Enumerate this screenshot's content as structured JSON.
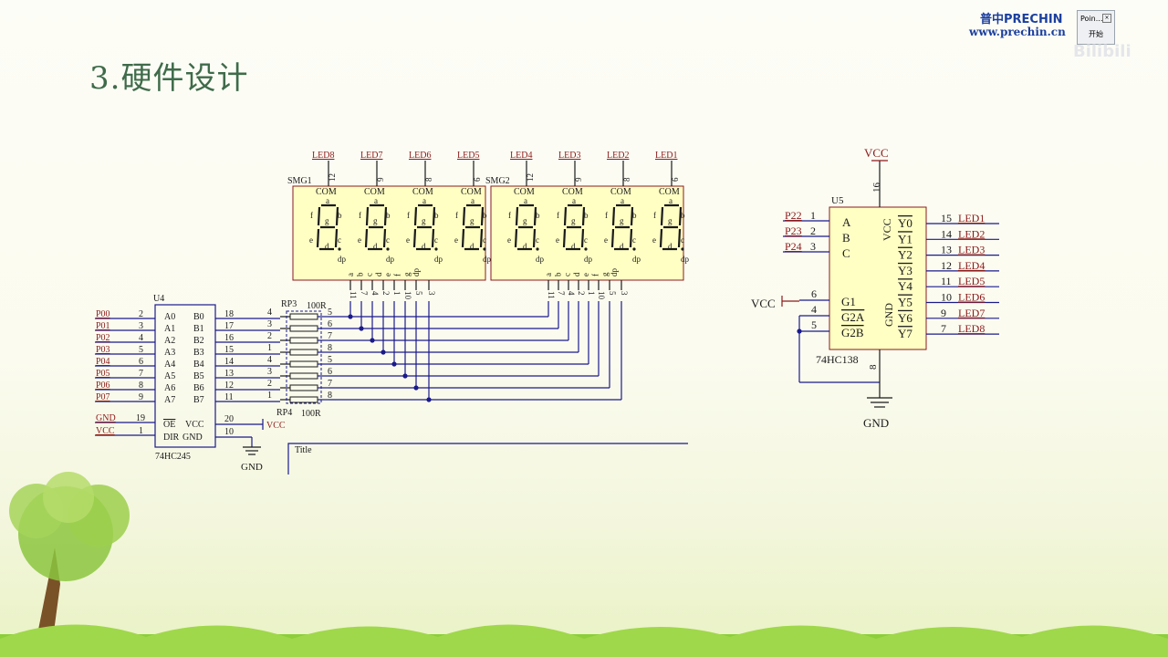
{
  "slide": {
    "title": "3.硬件设计"
  },
  "brand": {
    "name": "普中PRECHIN",
    "url": "www.prechin.cn"
  },
  "app_button": {
    "line1": "Poin...",
    "line2": "开始"
  },
  "watermark": "Bilibili",
  "schematic": {
    "display": {
      "smg1": "SMG1",
      "smg2": "SMG2",
      "digit_labels": [
        "LED8",
        "LED7",
        "LED6",
        "LED5",
        "LED4",
        "LED3",
        "LED2",
        "LED1"
      ],
      "digit_pins": [
        "12",
        "9",
        "8",
        "6",
        "12",
        "9",
        "8",
        "6"
      ],
      "com": "COM",
      "segments": [
        "a",
        "b",
        "c",
        "d",
        "e",
        "f",
        "g",
        "dp"
      ],
      "bottom_pins": [
        "11",
        "7",
        "4",
        "2",
        "1",
        "10",
        "5",
        "3"
      ]
    },
    "u4": {
      "ref": "U4",
      "part": "74HC245",
      "left_nets": [
        "P00",
        "P01",
        "P02",
        "P03",
        "P04",
        "P05",
        "P06",
        "P07"
      ],
      "left_pins": [
        "2",
        "3",
        "4",
        "5",
        "6",
        "7",
        "8",
        "9"
      ],
      "a_labels": [
        "A0",
        "A1",
        "A2",
        "A3",
        "A4",
        "A5",
        "A6",
        "A7"
      ],
      "b_labels": [
        "B0",
        "B1",
        "B2",
        "B3",
        "B4",
        "B5",
        "B6",
        "B7"
      ],
      "right_pins": [
        "18",
        "17",
        "16",
        "15",
        "14",
        "13",
        "12",
        "11"
      ],
      "oe_label": "OE",
      "vcc_label": "VCC",
      "dir_label": "DIR",
      "gnd_label": "GND",
      "gnd_net": "GND",
      "gnd_pin": "19",
      "vcc_net": "VCC",
      "vcc_pin": "1",
      "pin20": "20",
      "pin10": "10",
      "vcc_sym": "VCC",
      "gnd_sym": "GND"
    },
    "resistors": {
      "rp3": "RP3",
      "rp3_val": "100R",
      "rp4": "RP4",
      "rp4_val": "100R",
      "left_pins": [
        "4",
        "3",
        "2",
        "1",
        "4",
        "3",
        "2",
        "1"
      ],
      "right_pins": [
        "5",
        "6",
        "7",
        "8",
        "5",
        "6",
        "7",
        "8"
      ]
    },
    "title_block": "Title",
    "u5": {
      "ref": "U5",
      "part": "74HC138",
      "vcc_top": "VCC",
      "vcc_pin": "16",
      "vcc_label": "VCC",
      "gnd_label": "GND",
      "inputs": [
        {
          "net": "P22",
          "pin": "1",
          "label": "A"
        },
        {
          "net": "P23",
          "pin": "2",
          "label": "B"
        },
        {
          "net": "P24",
          "pin": "3",
          "label": "C"
        }
      ],
      "enables": [
        {
          "pin": "6",
          "label": "G1"
        },
        {
          "pin": "4",
          "label": "G2A"
        },
        {
          "pin": "5",
          "label": "G2B"
        }
      ],
      "vcc_enable": "VCC",
      "outputs": [
        {
          "label": "Y0",
          "pin": "15",
          "net": "LED1"
        },
        {
          "label": "Y1",
          "pin": "14",
          "net": "LED2"
        },
        {
          "label": "Y2",
          "pin": "13",
          "net": "LED3"
        },
        {
          "label": "Y3",
          "pin": "12",
          "net": "LED4"
        },
        {
          "label": "Y4",
          "pin": "11",
          "net": "LED5"
        },
        {
          "label": "Y5",
          "pin": "10",
          "net": "LED6"
        },
        {
          "label": "Y6",
          "pin": "9",
          "net": "LED7"
        },
        {
          "label": "Y7",
          "pin": "7",
          "net": "LED8"
        }
      ],
      "gnd_pin": "8",
      "gnd_sym": "GND"
    },
    "colors": {
      "wire": "#1a1a8c",
      "net": "#8b1a1a",
      "ic_fill": "#ffffc4",
      "ic_stroke": "#8b1a1a",
      "ink": "#1a1a1a"
    }
  }
}
